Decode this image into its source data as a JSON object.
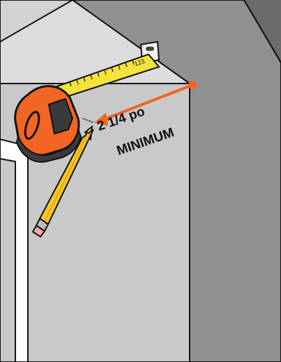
{
  "illustration": {
    "measurement_value": "2 1/4 po",
    "measurement_note": "MINIMUM",
    "tape_blade_marks": "123"
  },
  "colors": {
    "wall_face": "#c9c9cb",
    "wall_side": "#8e8f91",
    "ceiling_dark": "#666668",
    "ceiling_light": "#dcdcde",
    "tape_case": "#f26522",
    "tape_blade": "#f4e33d",
    "measure_arrow": "#f26522",
    "pencil_body": "#f6c622",
    "outline": "#111111"
  },
  "icons": [
    "tape-measure-icon",
    "pencil-icon",
    "measurement-arrow-icon",
    "mounting-bracket-icon"
  ]
}
